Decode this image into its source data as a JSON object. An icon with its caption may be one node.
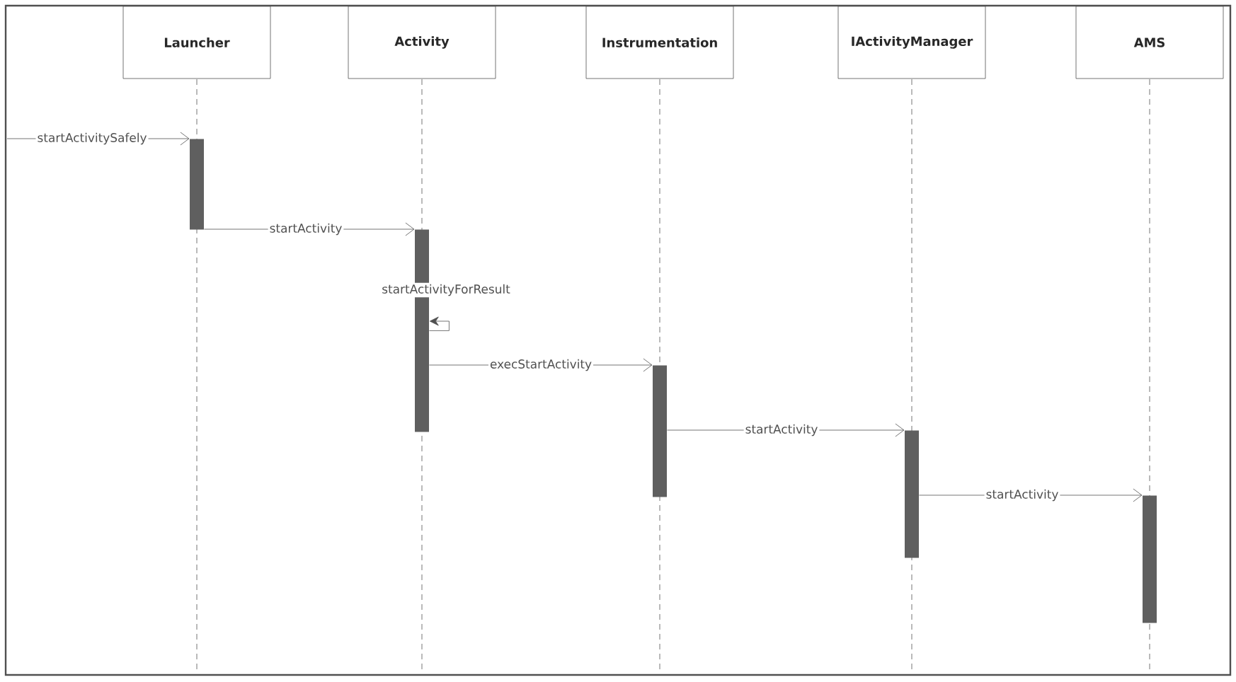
{
  "diagram": {
    "nodes": [
      {
        "text": [
          "Launcher"
        ]
      },
      {
        "text": [
          "Activity"
        ]
      },
      {
        "text": [
          "Instrumentation"
        ]
      },
      {
        "text": [
          "IActivityManager"
        ]
      },
      {
        "text": [
          "AMS"
        ]
      },
      {
        "text": [],
        "shape": "bar"
      },
      {
        "text": [],
        "shape": "bar"
      },
      {
        "text": [],
        "shape": "bar"
      },
      {
        "text": [],
        "shape": "bar"
      },
      {
        "text": [],
        "shape": "bar"
      }
    ],
    "edges": [
      {
        "from": null,
        "to": 5,
        "arrow": "to",
        "label": "startActivitySafely"
      },
      {
        "from": 5,
        "to": 6,
        "arrow": "to",
        "label": "startActivity"
      },
      {
        "from": 6,
        "to": 6,
        "arrow": "to",
        "label": "startActivityForResult"
      },
      {
        "from": 6,
        "to": 7,
        "arrow": "to",
        "label": "execStartActivity"
      },
      {
        "from": 7,
        "to": 8,
        "arrow": "to",
        "label": "startActivity"
      },
      {
        "from": 8,
        "to": 9,
        "arrow": "to",
        "label": "startActivity"
      }
    ]
  }
}
